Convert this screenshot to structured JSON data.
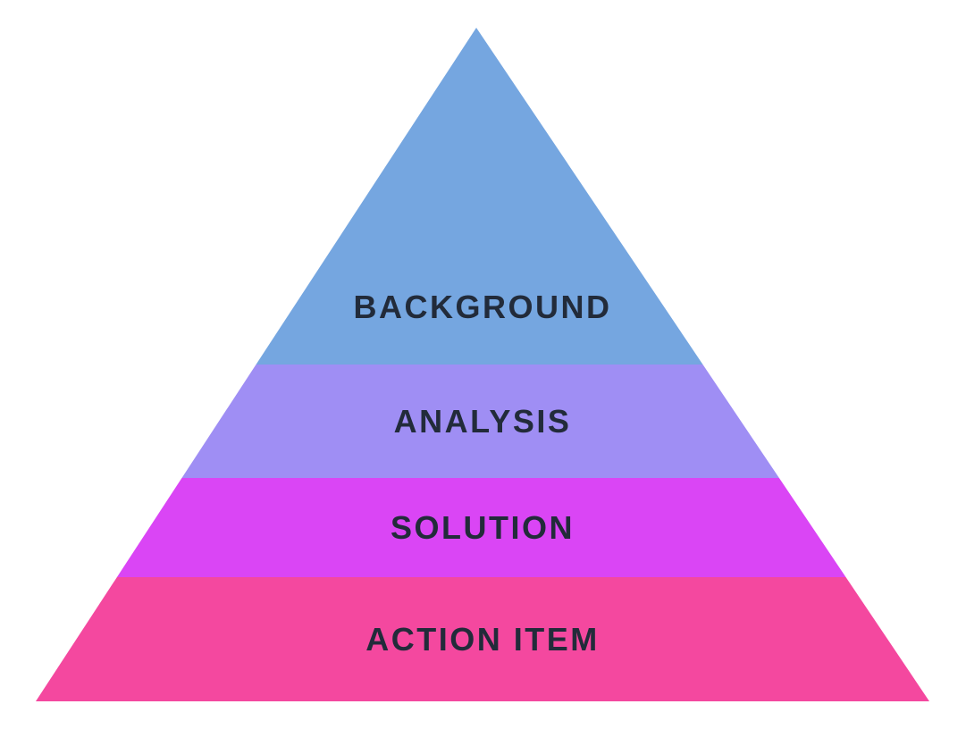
{
  "diagram": {
    "type": "pyramid",
    "title": "",
    "levels": [
      {
        "label": "BACKGROUND",
        "color": "#75A6E0"
      },
      {
        "label": "ANALYSIS",
        "color": "#9F8EF4"
      },
      {
        "label": "SOLUTION",
        "color": "#DA45F5"
      },
      {
        "label": "ACTION ITEM",
        "color": "#F4489F"
      }
    ],
    "text_color": "#222B3A",
    "background_color": "#FFFFFF"
  }
}
